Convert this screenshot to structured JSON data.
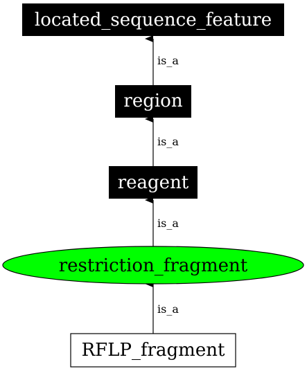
{
  "graph": {
    "nodes": [
      {
        "id": "located_sequence_feature",
        "label": "located_sequence_feature",
        "shape": "box",
        "fill": "#000000",
        "text_color": "#ffffff"
      },
      {
        "id": "region",
        "label": "region",
        "shape": "box",
        "fill": "#000000",
        "text_color": "#ffffff"
      },
      {
        "id": "reagent",
        "label": "reagent",
        "shape": "box",
        "fill": "#000000",
        "text_color": "#ffffff"
      },
      {
        "id": "restriction_fragment",
        "label": "restriction_fragment",
        "shape": "ellipse",
        "fill": "#00ff00",
        "text_color": "#000000"
      },
      {
        "id": "RFLP_fragment",
        "label": "RFLP_fragment",
        "shape": "box",
        "fill": "#ffffff",
        "text_color": "#000000"
      }
    ],
    "edges": [
      {
        "from": "region",
        "to": "located_sequence_feature",
        "label": "is_a"
      },
      {
        "from": "reagent",
        "to": "region",
        "label": "is_a"
      },
      {
        "from": "restriction_fragment",
        "to": "reagent",
        "label": "is_a"
      },
      {
        "from": "RFLP_fragment",
        "to": "restriction_fragment",
        "label": "is_a"
      }
    ]
  }
}
